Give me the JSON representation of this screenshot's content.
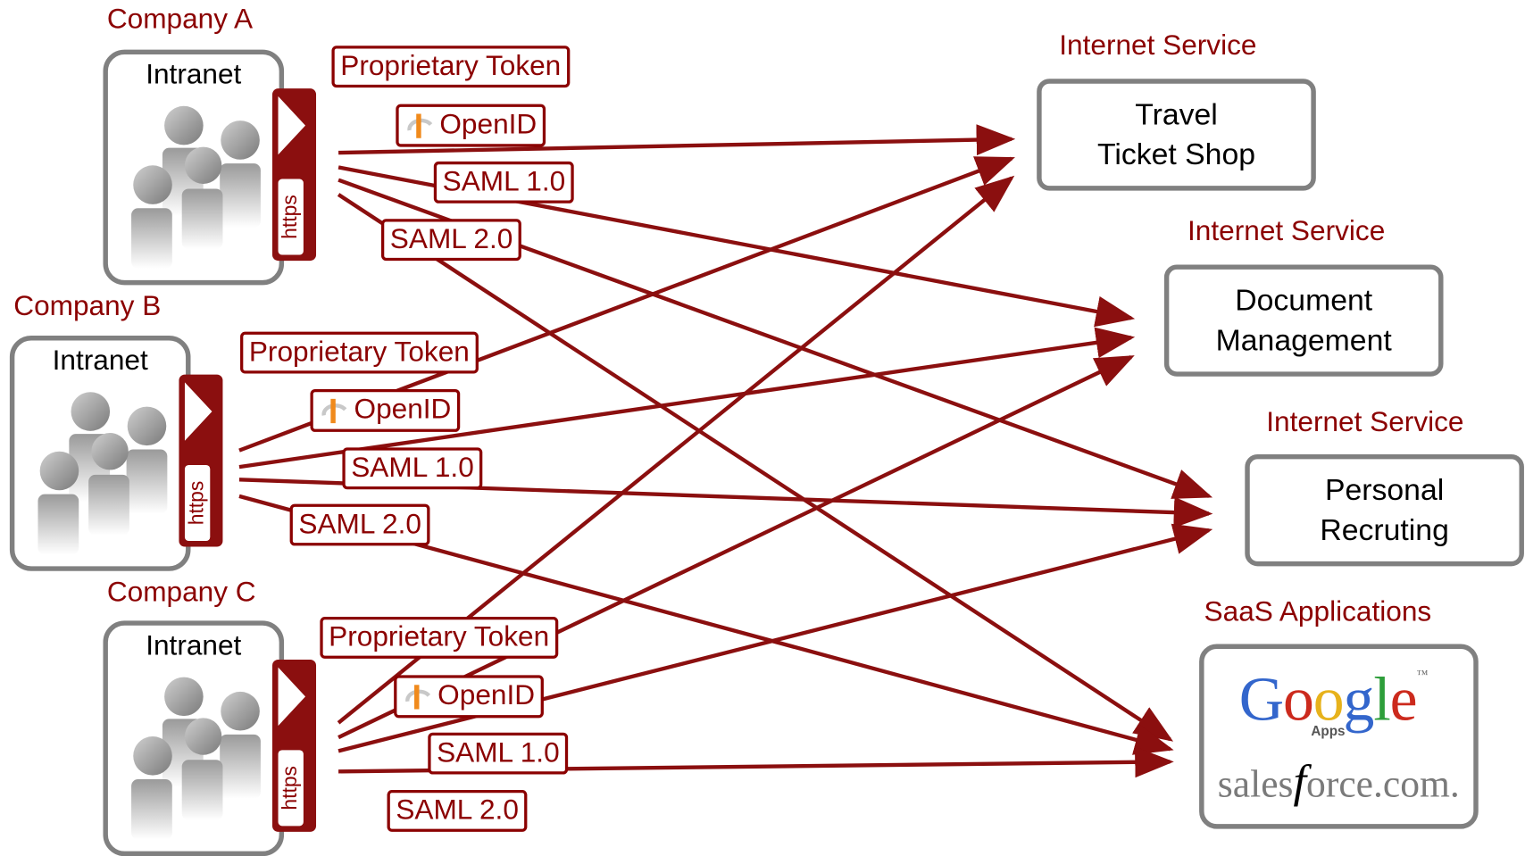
{
  "companies": [
    {
      "name": "Company A",
      "intranet": "Intranet",
      "https": "https",
      "tokens": [
        "Proprietary Token",
        "OpenID",
        "SAML 1.0",
        "SAML 2.0"
      ]
    },
    {
      "name": "Company B",
      "intranet": "Intranet",
      "https": "https",
      "tokens": [
        "Proprietary Token",
        "OpenID",
        "SAML 1.0",
        "SAML 2.0"
      ]
    },
    {
      "name": "Company C",
      "intranet": "Intranet",
      "https": "https",
      "tokens": [
        "Proprietary Token",
        "OpenID",
        "SAML 1.0",
        "SAML 2.0"
      ]
    }
  ],
  "services": [
    {
      "title": "Internet Service",
      "line1": "Travel",
      "line2": "Ticket Shop"
    },
    {
      "title": "Internet Service",
      "line1": "Document",
      "line2": "Management"
    },
    {
      "title": "Internet Service",
      "line1": "Personal",
      "line2": "Recruting"
    },
    {
      "title": "SaaS Applications"
    }
  ],
  "logos": {
    "google_letters": [
      "G",
      "o",
      "o",
      "g",
      "l",
      "e"
    ],
    "google_colors": [
      "#3366cc",
      "#cc2a1d",
      "#e7b21b",
      "#3366cc",
      "#2e9e3a",
      "#cc2a1d"
    ],
    "google_tm": "™",
    "google_sub": "Apps",
    "salesforce_a": "sales",
    "salesforce_f": "f",
    "salesforce_b": "orce.com."
  },
  "colors": {
    "accent": "#8b0000",
    "box_border": "#808080"
  }
}
